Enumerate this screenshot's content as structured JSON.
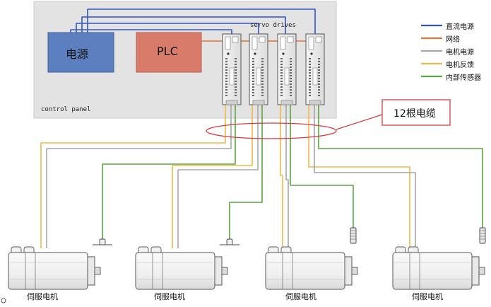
{
  "colors": {
    "dc_power": "#2f55c8",
    "network": "#e2763a",
    "motor_power": "#a6a6a6",
    "motor_feedback": "#f0b84a",
    "internal_sensor": "#5aa640",
    "panel_bg": "#e3e3e3",
    "power_box": "#5c7fbf",
    "plc_box": "#d97b6a",
    "callout_ring": "#d93a3a"
  },
  "panel": {
    "power_label": "电源",
    "plc_label": "PLC",
    "control_panel_label": "control panel",
    "servo_drives_label": "servo drives"
  },
  "legend": [
    {
      "label": "直流电源",
      "color_key": "dc_power"
    },
    {
      "label": "网络",
      "color_key": "network"
    },
    {
      "label": "电机电源",
      "color_key": "motor_power"
    },
    {
      "label": "电机反馈",
      "color_key": "motor_feedback"
    },
    {
      "label": "内部传感器",
      "color_key": "internal_sensor"
    }
  ],
  "callout": {
    "label": "12根电缆"
  },
  "motors": [
    {
      "label": "伺服电机"
    },
    {
      "label": "伺服电机"
    },
    {
      "label": "伺服电机"
    },
    {
      "label": "伺服电机"
    }
  ]
}
